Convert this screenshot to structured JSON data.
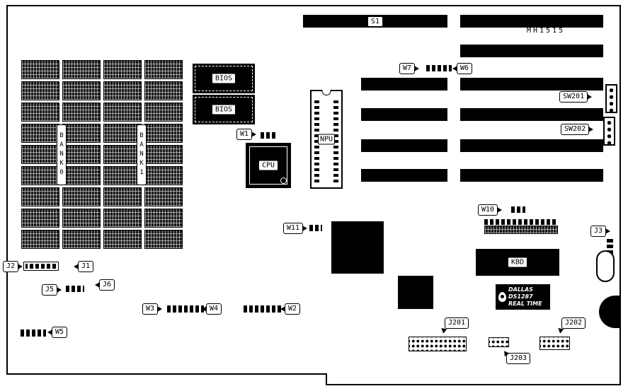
{
  "labels": {
    "s1": "S1",
    "mh1515": "MH1515",
    "bios": "BIOS",
    "bank0": "BANK0",
    "bank1": "BANK1",
    "cpu": "CPU",
    "npu": "NPU",
    "kbd": "KBD",
    "w1": "W1",
    "w2": "W2",
    "w3": "W3",
    "w4": "W4",
    "w5": "W5",
    "w6": "W6",
    "w7": "W7",
    "w10": "W10",
    "w11": "W11",
    "j1": "J1",
    "j2": "J2",
    "j3": "J3",
    "j5": "J5",
    "j6": "J6",
    "j201": "J201",
    "j202": "J202",
    "j203": "J203",
    "sw201": "SW201",
    "sw202": "SW202"
  },
  "rtc": {
    "brand": "DALLAS",
    "part": "DS1287",
    "type": "REAL TIME"
  },
  "memory": {
    "columns": 4,
    "rows": 9
  }
}
